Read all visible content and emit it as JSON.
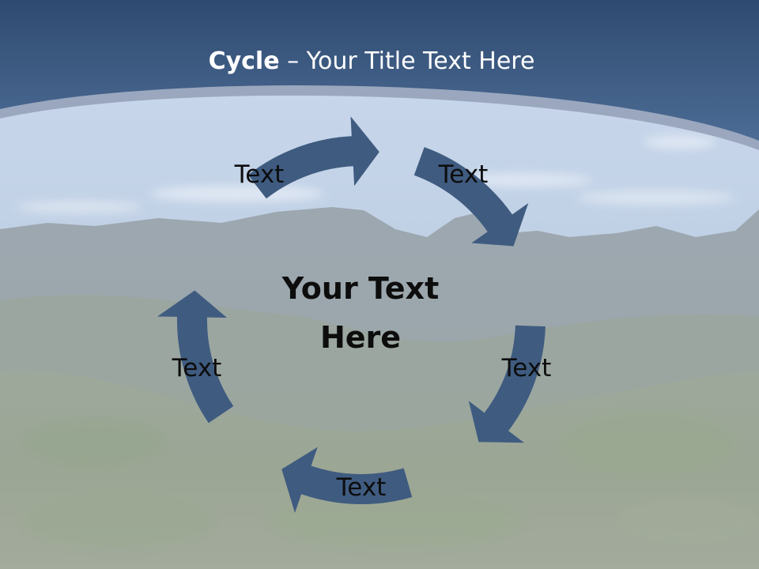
{
  "slide": {
    "title_bold": "Cycle",
    "title_rest": " – Your Title Text Here",
    "center_line1": "Your Text",
    "center_line2": "Here"
  },
  "cycle": {
    "nodes": [
      {
        "label": "Text"
      },
      {
        "label": "Text"
      },
      {
        "label": "Text"
      },
      {
        "label": "Text"
      },
      {
        "label": "Text"
      }
    ]
  },
  "colors": {
    "banner": "#3f5f86",
    "arrow": "#3f5b80",
    "title_text": "#ffffff",
    "body_text": "#0d0d0d"
  },
  "icons": {
    "arrow": "curved-arrow-icon"
  }
}
